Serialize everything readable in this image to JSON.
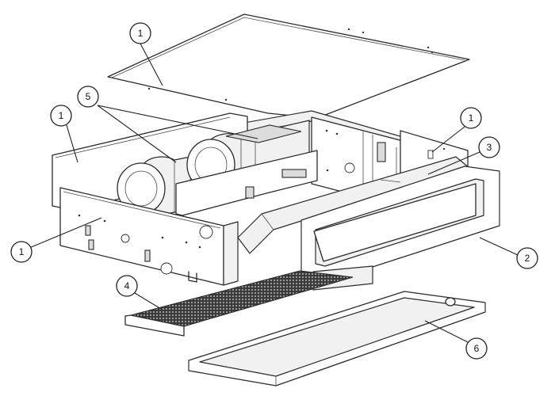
{
  "callouts": [
    {
      "id": "c1a",
      "label": "1"
    },
    {
      "id": "c1b",
      "label": "1"
    },
    {
      "id": "c1c",
      "label": "1"
    },
    {
      "id": "c1d",
      "label": "1"
    },
    {
      "id": "c2",
      "label": "2"
    },
    {
      "id": "c3",
      "label": "3"
    },
    {
      "id": "c4",
      "label": "4"
    },
    {
      "id": "c5",
      "label": "5"
    },
    {
      "id": "c6",
      "label": "6"
    }
  ]
}
